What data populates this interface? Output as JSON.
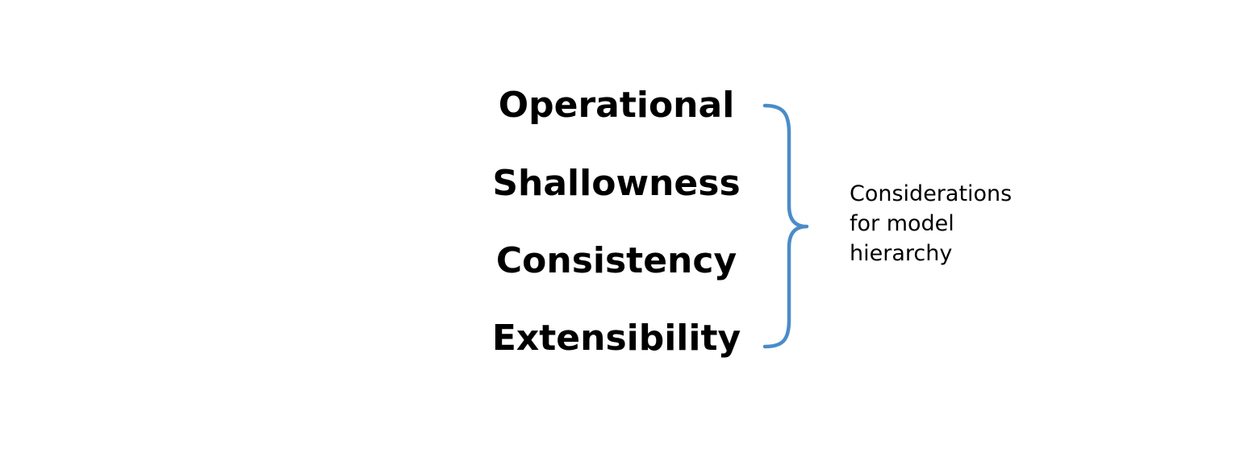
{
  "terms": [
    "Operational",
    "Shallowness",
    "Consistency",
    "Extensibility"
  ],
  "caption_lines": [
    "Considerations",
    "for model",
    "hierarchy"
  ],
  "colors": {
    "brace": "#4a8cc7",
    "text": "#000000",
    "background": "#ffffff"
  }
}
